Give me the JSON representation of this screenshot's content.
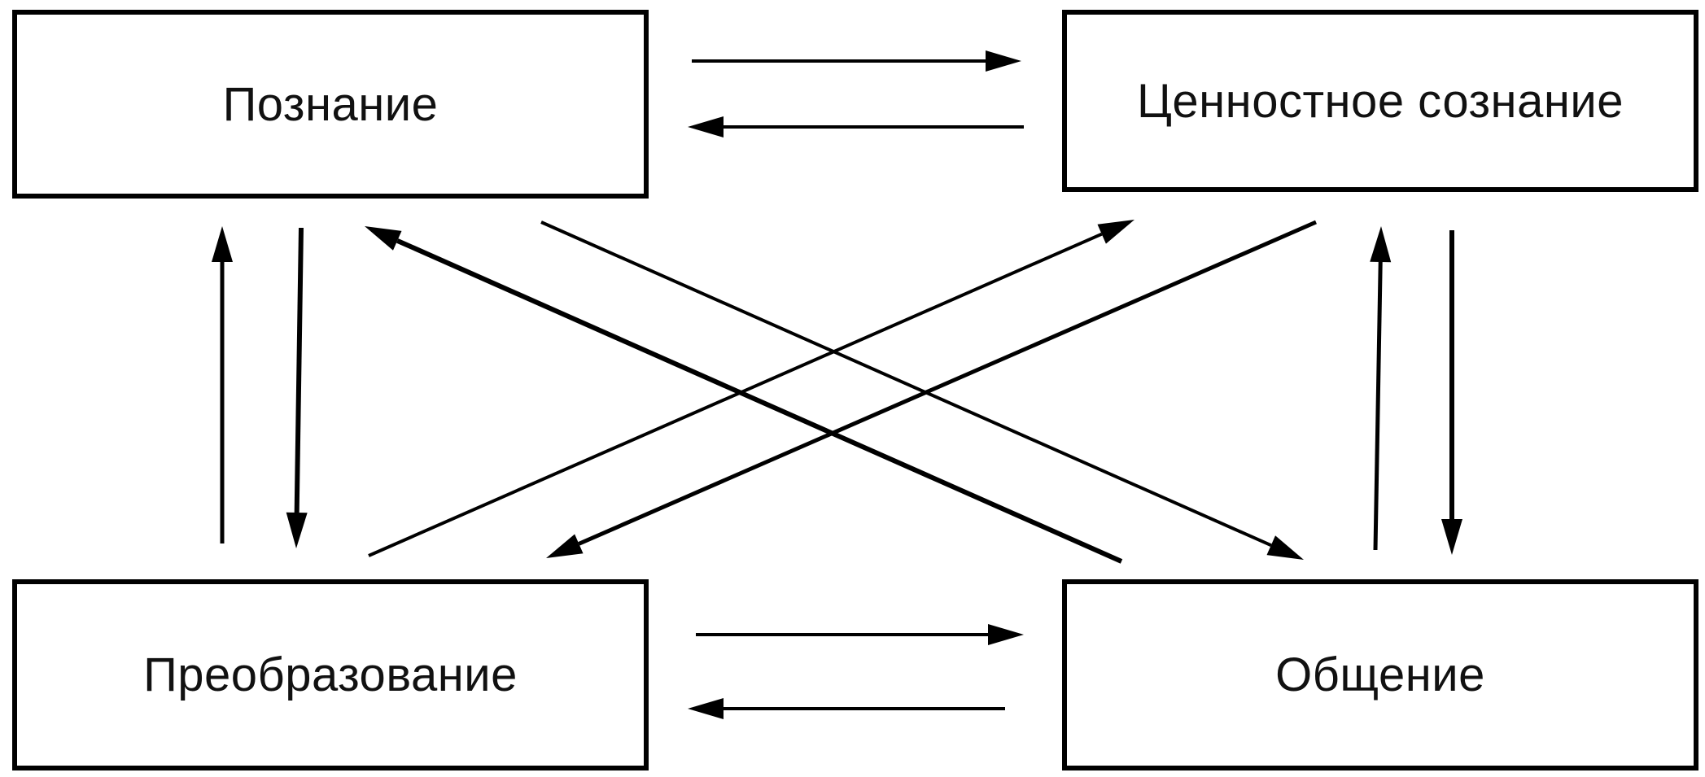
{
  "nodes": {
    "cognition": {
      "label": "Познание"
    },
    "values": {
      "label": "Ценностное сознание"
    },
    "transformation": {
      "label": "Преобразование"
    },
    "communication": {
      "label": "Общение"
    }
  },
  "edges": [
    {
      "from": "cognition",
      "to": "values"
    },
    {
      "from": "values",
      "to": "cognition"
    },
    {
      "from": "transformation",
      "to": "communication"
    },
    {
      "from": "communication",
      "to": "transformation"
    },
    {
      "from": "transformation",
      "to": "cognition"
    },
    {
      "from": "cognition",
      "to": "transformation"
    },
    {
      "from": "communication",
      "to": "values"
    },
    {
      "from": "values",
      "to": "communication"
    },
    {
      "from": "communication",
      "to": "cognition"
    },
    {
      "from": "cognition",
      "to": "communication"
    },
    {
      "from": "transformation",
      "to": "values"
    },
    {
      "from": "values",
      "to": "transformation"
    }
  ],
  "colors": {
    "stroke": "#000000",
    "background": "#ffffff"
  }
}
